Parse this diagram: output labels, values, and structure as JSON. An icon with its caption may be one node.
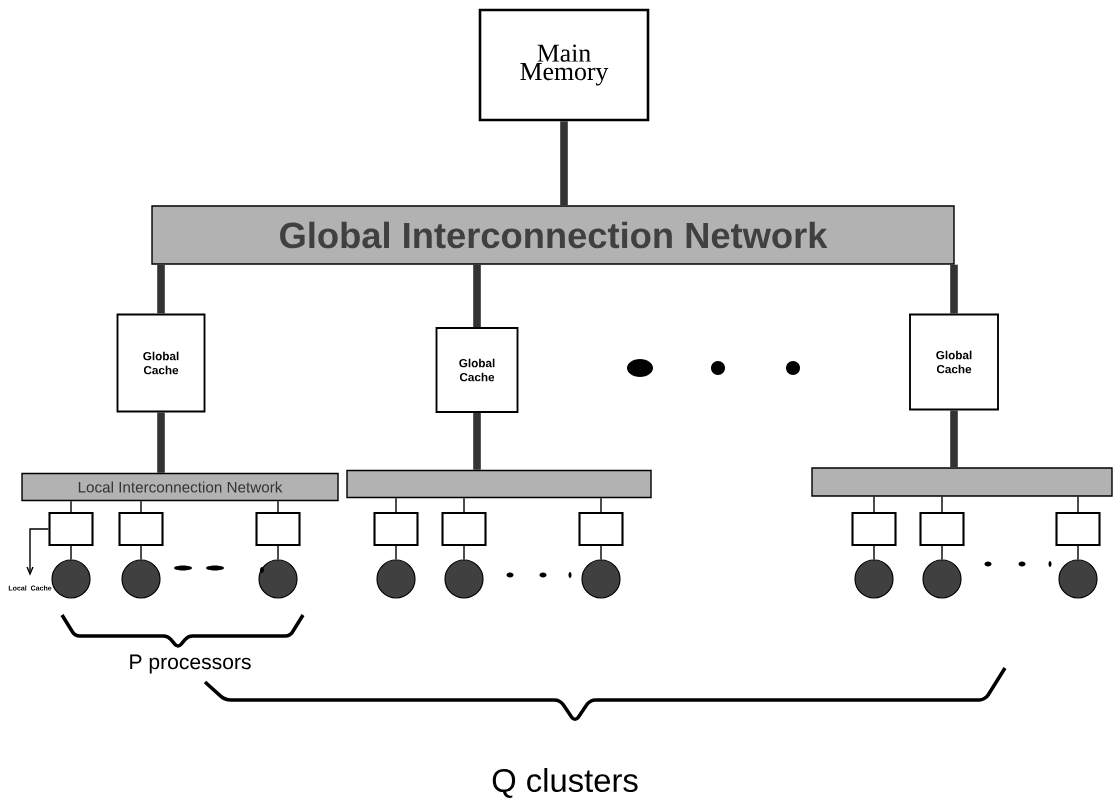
{
  "diagram": {
    "nodes": [
      {
        "text": [
          "Main Memory"
        ]
      },
      {
        "text": [
          "Global Interconnection Network"
        ]
      },
      {
        "text": [
          "Global Cache"
        ]
      },
      {
        "text": [
          "Global Cache"
        ]
      },
      {
        "text": [
          "Global Cache"
        ]
      },
      {
        "text": [
          "Local Interconnection Network"
        ]
      },
      {
        "text": [],
        "shape": "bar"
      },
      {
        "text": [],
        "shape": "bar"
      },
      {
        "text": [],
        "shape": "box"
      },
      {
        "text": [],
        "shape": "box"
      },
      {
        "text": [],
        "shape": "box"
      },
      {
        "text": [],
        "shape": "circle"
      },
      {
        "text": [],
        "shape": "circle"
      },
      {
        "text": [],
        "shape": "circle"
      },
      {
        "text": [],
        "shape": "box"
      },
      {
        "text": [],
        "shape": "box"
      },
      {
        "text": [],
        "shape": "box"
      },
      {
        "text": [],
        "shape": "circle"
      },
      {
        "text": [],
        "shape": "circle"
      },
      {
        "text": [],
        "shape": "circle"
      },
      {
        "text": [],
        "shape": "box"
      },
      {
        "text": [],
        "shape": "box"
      },
      {
        "text": [],
        "shape": "box"
      },
      {
        "text": [],
        "shape": "circle"
      },
      {
        "text": [],
        "shape": "circle"
      },
      {
        "text": [],
        "shape": "circle"
      },
      {
        "text": [
          "Local Cache"
        ]
      }
    ],
    "edges": [
      {
        "from": 0,
        "to": 1,
        "arrow": "none",
        "style": "thick"
      },
      {
        "from": 1,
        "to": 2,
        "arrow": "none",
        "style": "thick"
      },
      {
        "from": 1,
        "to": 3,
        "arrow": "none",
        "style": "thick"
      },
      {
        "from": 1,
        "to": 4,
        "arrow": "none",
        "style": "thick"
      },
      {
        "from": 2,
        "to": 5,
        "arrow": "none",
        "style": "thick"
      },
      {
        "from": 3,
        "to": 6,
        "arrow": "none",
        "style": "thick"
      },
      {
        "from": 4,
        "to": 7,
        "arrow": "none",
        "style": "thick"
      },
      {
        "from": 5,
        "to": 8,
        "arrow": "none"
      },
      {
        "from": 5,
        "to": 9,
        "arrow": "none"
      },
      {
        "from": 5,
        "to": 10,
        "arrow": "none"
      },
      {
        "from": 8,
        "to": 11,
        "arrow": "none"
      },
      {
        "from": 9,
        "to": 12,
        "arrow": "none"
      },
      {
        "from": 10,
        "to": 13,
        "arrow": "none"
      },
      {
        "from": 6,
        "to": 14,
        "arrow": "none"
      },
      {
        "from": 6,
        "to": 15,
        "arrow": "none"
      },
      {
        "from": 6,
        "to": 16,
        "arrow": "none"
      },
      {
        "from": 14,
        "to": 17,
        "arrow": "none"
      },
      {
        "from": 15,
        "to": 18,
        "arrow": "none"
      },
      {
        "from": 16,
        "to": 19,
        "arrow": "none"
      },
      {
        "from": 7,
        "to": 20,
        "arrow": "none"
      },
      {
        "from": 7,
        "to": 21,
        "arrow": "none"
      },
      {
        "from": 7,
        "to": 22,
        "arrow": "none"
      },
      {
        "from": 20,
        "to": 23,
        "arrow": "none"
      },
      {
        "from": 21,
        "to": 24,
        "arrow": "none"
      },
      {
        "from": 22,
        "to": 25,
        "arrow": "none"
      },
      {
        "from": 8,
        "to": 26,
        "arrow": "to"
      }
    ],
    "labels": [
      "P processors",
      "Q clusters"
    ]
  }
}
